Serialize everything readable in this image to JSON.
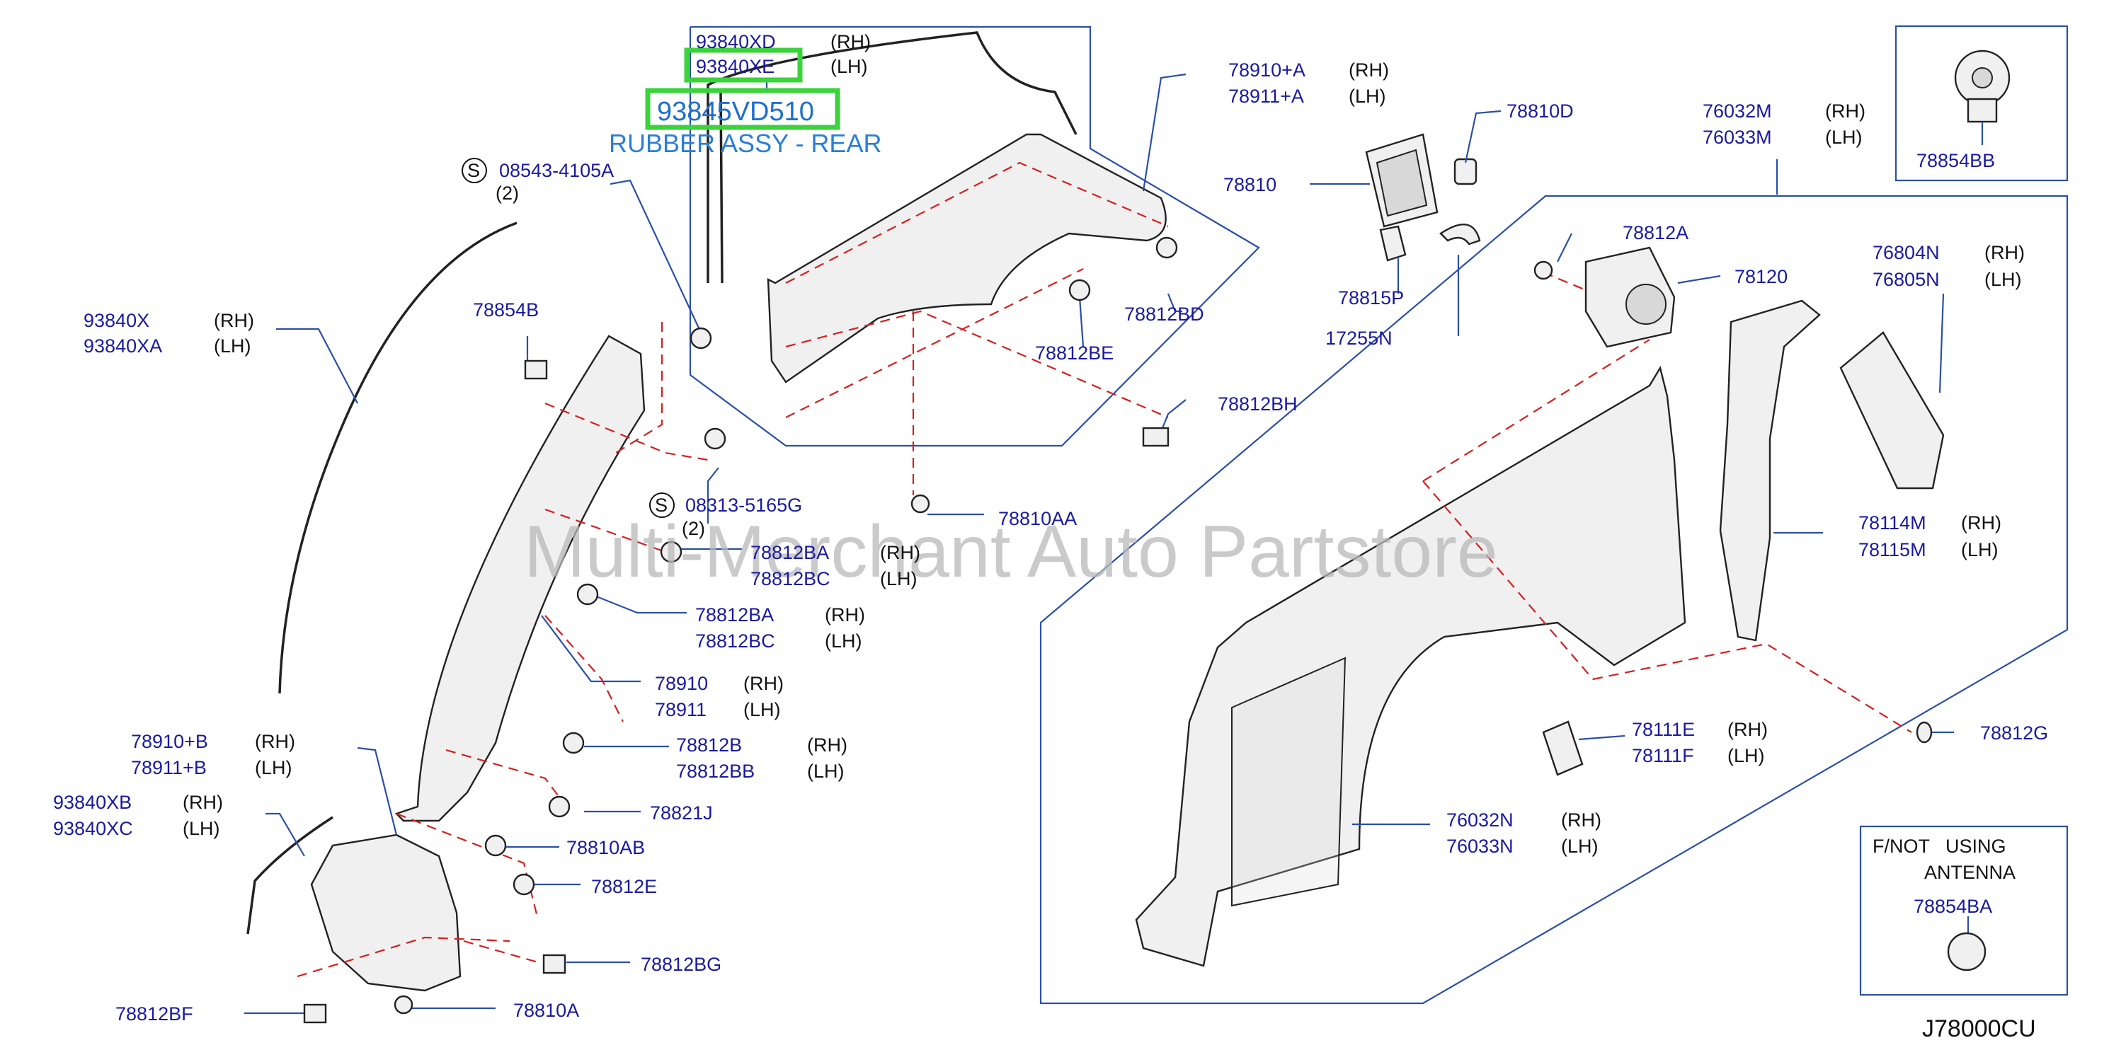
{
  "watermark": "Multi-Merchant Auto Partstore",
  "diagram_code": "J78000CU",
  "highlight": {
    "part_number": "93845VD510",
    "description": "RUBBER ASSY - REAR",
    "color": "#3cd23c"
  },
  "side": {
    "rh": "(RH)",
    "lh": "(LH)",
    "qty2": "(2)",
    "s": "S"
  },
  "labels": {
    "p93840XD": "93840XD",
    "p93840XE": "93840XE",
    "p78910A": "78910+A",
    "p78911A": "78911+A",
    "p78810D": "78810D",
    "p78810": "78810",
    "p78815P": "78815P",
    "p17255N": "17255N",
    "p76032M": "76032M",
    "p76033M": "76033M",
    "p78854BB": "78854BB",
    "p08543": "08543-4105A",
    "p93840X": "93840X",
    "p93840XA": "93840XA",
    "p78854B": "78854B",
    "p78812BD": "78812BD",
    "p78812BE": "78812BE",
    "p78812BH": "78812BH",
    "p78812A": "78812A",
    "p78120": "78120",
    "p76804N": "76804N",
    "p76805N": "76805N",
    "p08313": "08313-5165G",
    "p78810AA": "78810AA",
    "p78812BA1": "78812BA",
    "p78812BC1": "78812BC",
    "p78812BA2": "78812BA",
    "p78812BC2": "78812BC",
    "p78114M": "78114M",
    "p78115M": "78115M",
    "p78910": "78910",
    "p78911": "78911",
    "p78910B": "78910+B",
    "p78911B": "78911+B",
    "p78812B": "78812B",
    "p78812BB": "78812BB",
    "p78111E": "78111E",
    "p78111F": "78111F",
    "p78812G": "78812G",
    "p93840XB": "93840XB",
    "p93840XC": "93840XC",
    "p78821J": "78821J",
    "p76032N": "76032N",
    "p76033N": "76033N",
    "p78810AB": "78810AB",
    "p78812E": "78812E",
    "p78812BG": "78812BG",
    "p78812BF": "78812BF",
    "p78810A": "78810A",
    "p78854BA": "78854BA"
  },
  "note_box": {
    "line1": "F/NOT   USING",
    "line2": "ANTENNA"
  }
}
